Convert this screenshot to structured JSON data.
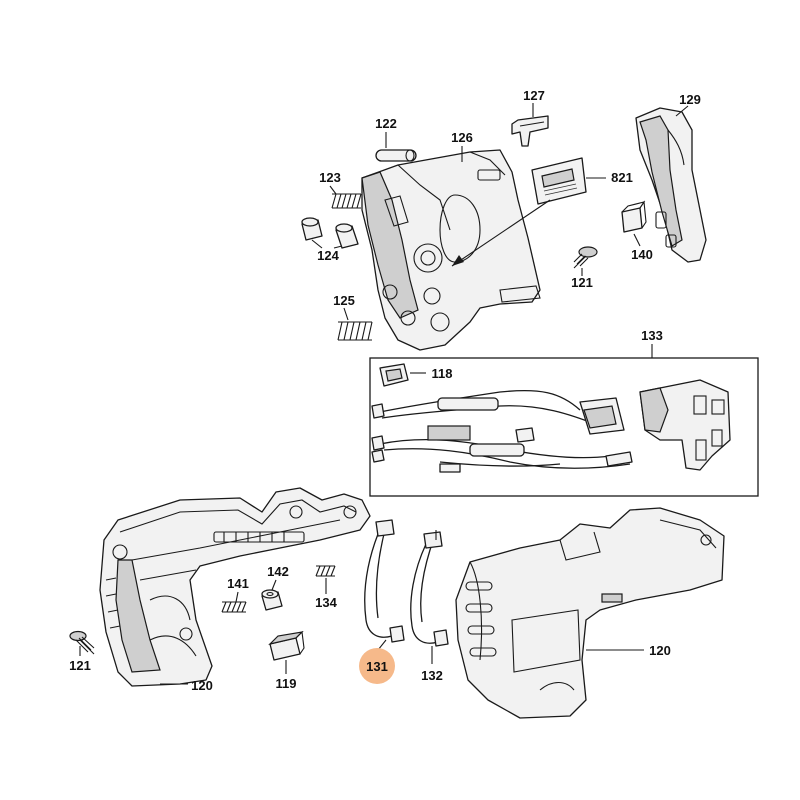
{
  "diagram": {
    "highlight_color": "#f6b98a",
    "labels": {
      "p122": "122",
      "p126": "126",
      "p127": "127",
      "p129": "129",
      "p123": "123",
      "p821": "821",
      "p124": "124",
      "p121a": "121",
      "p140": "140",
      "p125": "125",
      "p133": "133",
      "p118": "118",
      "p141": "141",
      "p142": "142",
      "p134": "134",
      "p121b": "121",
      "p120a": "120",
      "p119": "119",
      "p131": "131",
      "p132": "132",
      "p120b": "120"
    }
  }
}
